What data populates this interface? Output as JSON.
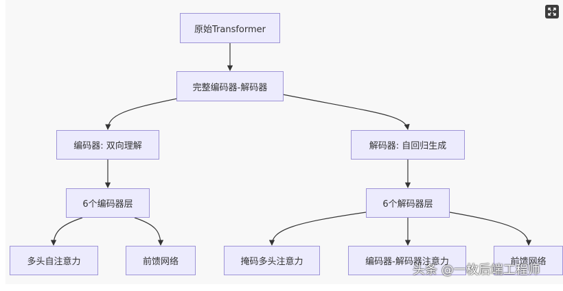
{
  "diagram": {
    "nodes": {
      "root": "原始Transformer",
      "full": "完整编码器-解码器",
      "encoder": "编码器: 双向理解",
      "decoder": "解码器: 自回归生成",
      "enc_layers": "6个编码器层",
      "dec_layers": "6个解码器层",
      "enc_attn": "多头自注意力",
      "enc_ffn": "前馈网络",
      "dec_masked_attn": "掩码多头注意力",
      "dec_cross_attn": "编码器-解码器注意力",
      "dec_ffn": "前馈网络"
    },
    "colors": {
      "node_fill": "#ecebfd",
      "node_border": "#9d93d6",
      "edge": "#333333",
      "panel_bg": "#f8f8f8"
    }
  },
  "toolbar": {
    "expand_icon": "expand-icon"
  },
  "watermark": {
    "text": "头条 @一枚后端工程师"
  }
}
